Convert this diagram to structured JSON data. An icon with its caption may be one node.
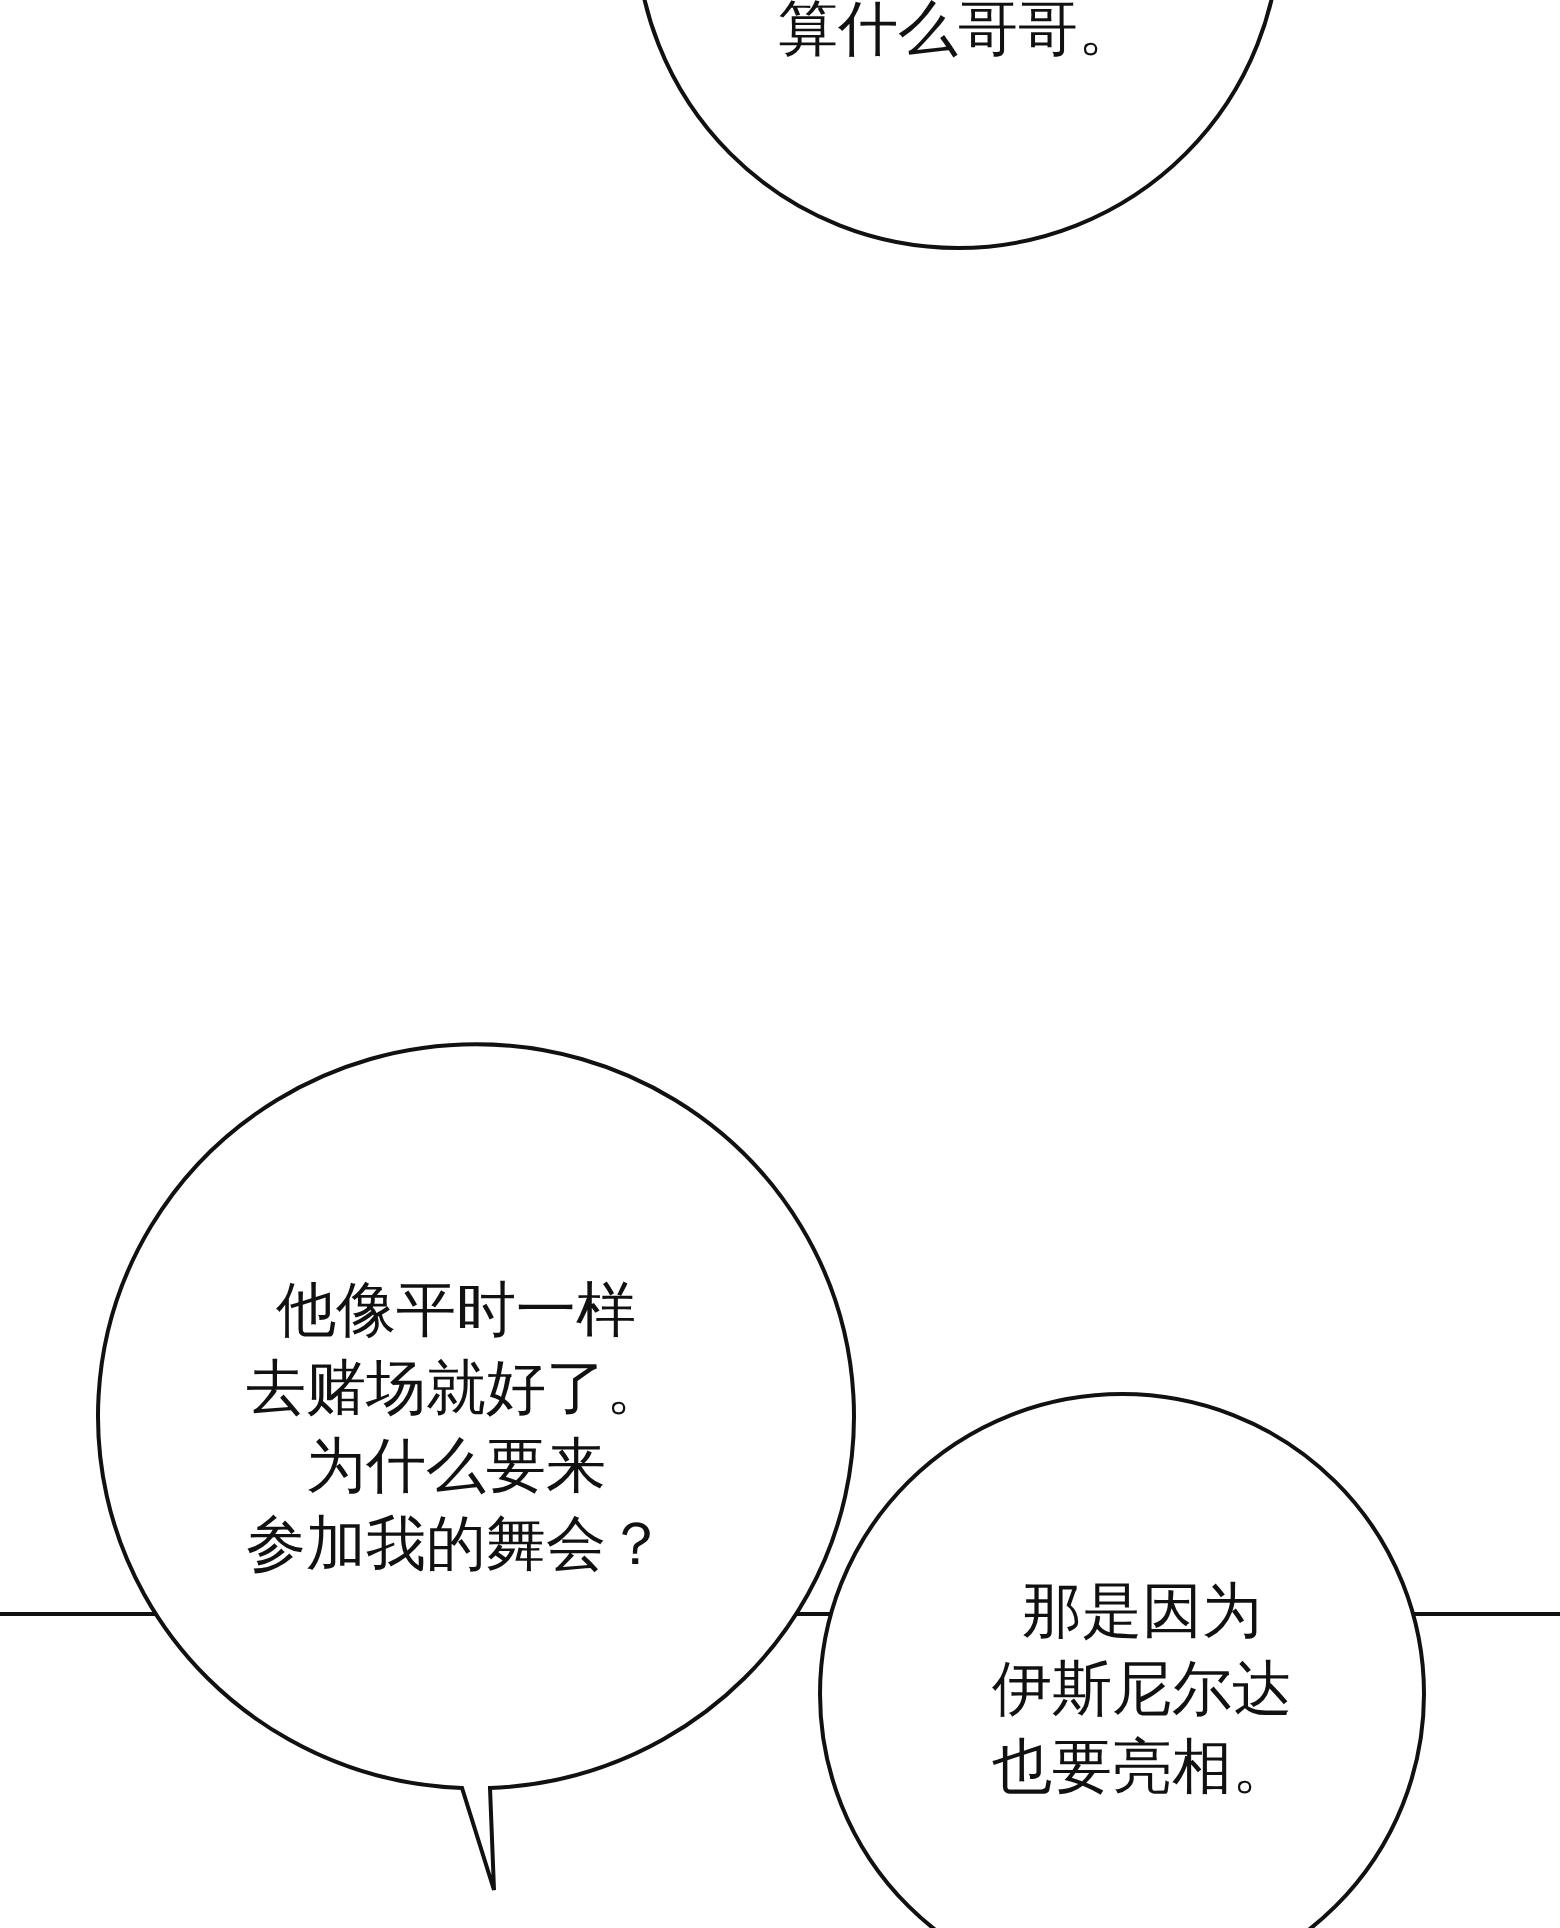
{
  "diagram": {
    "nodes": [
      {
        "text": [
          "算什么哥哥。"
        ]
      },
      {
        "text": [
          "他像平时一样去赌场就好了。为什么要来参加我的舞会？"
        ]
      },
      {
        "text": [
          "那是因为伊斯尼尔达也要亮相。"
        ]
      }
    ]
  }
}
